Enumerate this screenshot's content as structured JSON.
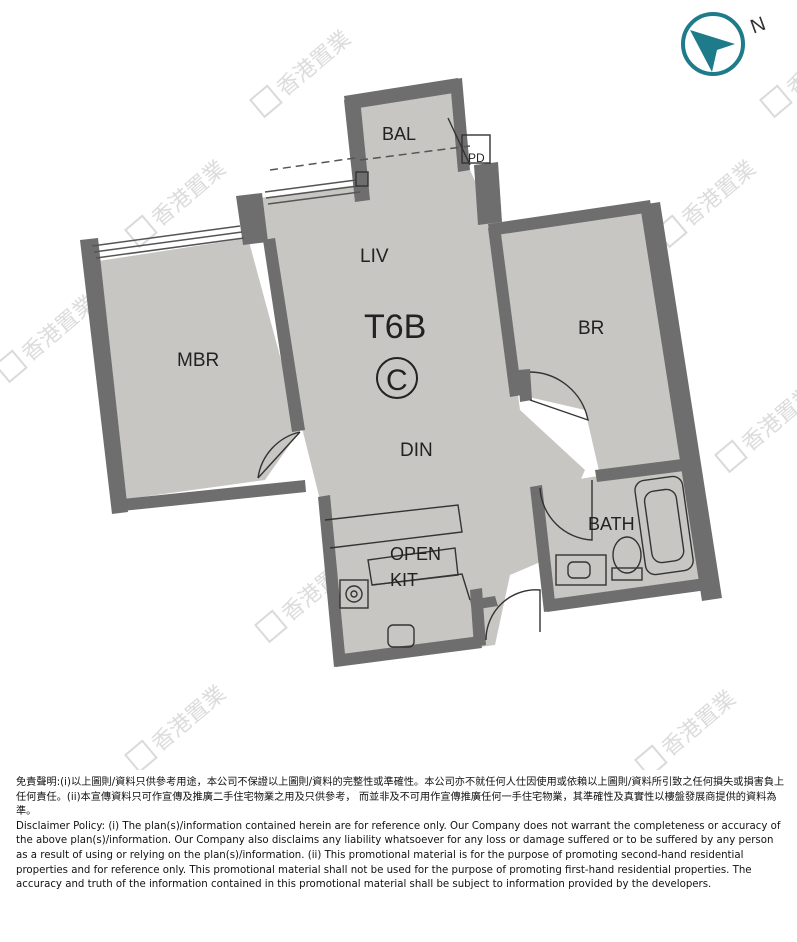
{
  "plan": {
    "unit_label": "T6B",
    "unit_mark": "C",
    "north_label": "N",
    "rooms": {
      "bal": "BAL",
      "pd": "PD",
      "liv": "LIV",
      "mbr": "MBR",
      "br": "BR",
      "din": "DIN",
      "bath": "BATH",
      "open": "OPEN",
      "kit": "KIT"
    },
    "watermark_text": "香港置業"
  },
  "disclaimer": {
    "chinese": "免責聲明:(i)以上圖則/資料只供參考用途，本公司不保證以上圖則/資料的完整性或準確性。本公司亦不就任何人仕因使用或依賴以上圖則/資料所引致之任何損失或損害負上任何責任。(ii)本宣傳資料只可作宣傳及推廣二手住宅物業之用及只供參考， 而並非及不可用作宣傳推廣任何一手住宅物業，其準確性及真實性以樓盤發展商提供的資料為準。",
    "english": "Disclaimer Policy: (i) The plan(s)/information contained herein are for reference only. Our Company does not warrant the completeness or accuracy of the above plan(s)/information. Our Company also disclaims any liability whatsoever for any loss or damage suffered or to be suffered by any person as a result of using or relying on the plan(s)/information. (ii) This promotional material is for the purpose of promoting second-hand residential properties and for reference only. This promotional material shall not be used for the purpose of promoting first-hand residential properties. The accuracy and truth of the information contained in this promotional material shall be subject to information provided by the developers."
  },
  "colors": {
    "floor": "#c8c6c3",
    "wall": "#6e6e6e",
    "watermark": "#d8d8d8",
    "compass": "#1e7b8a"
  }
}
